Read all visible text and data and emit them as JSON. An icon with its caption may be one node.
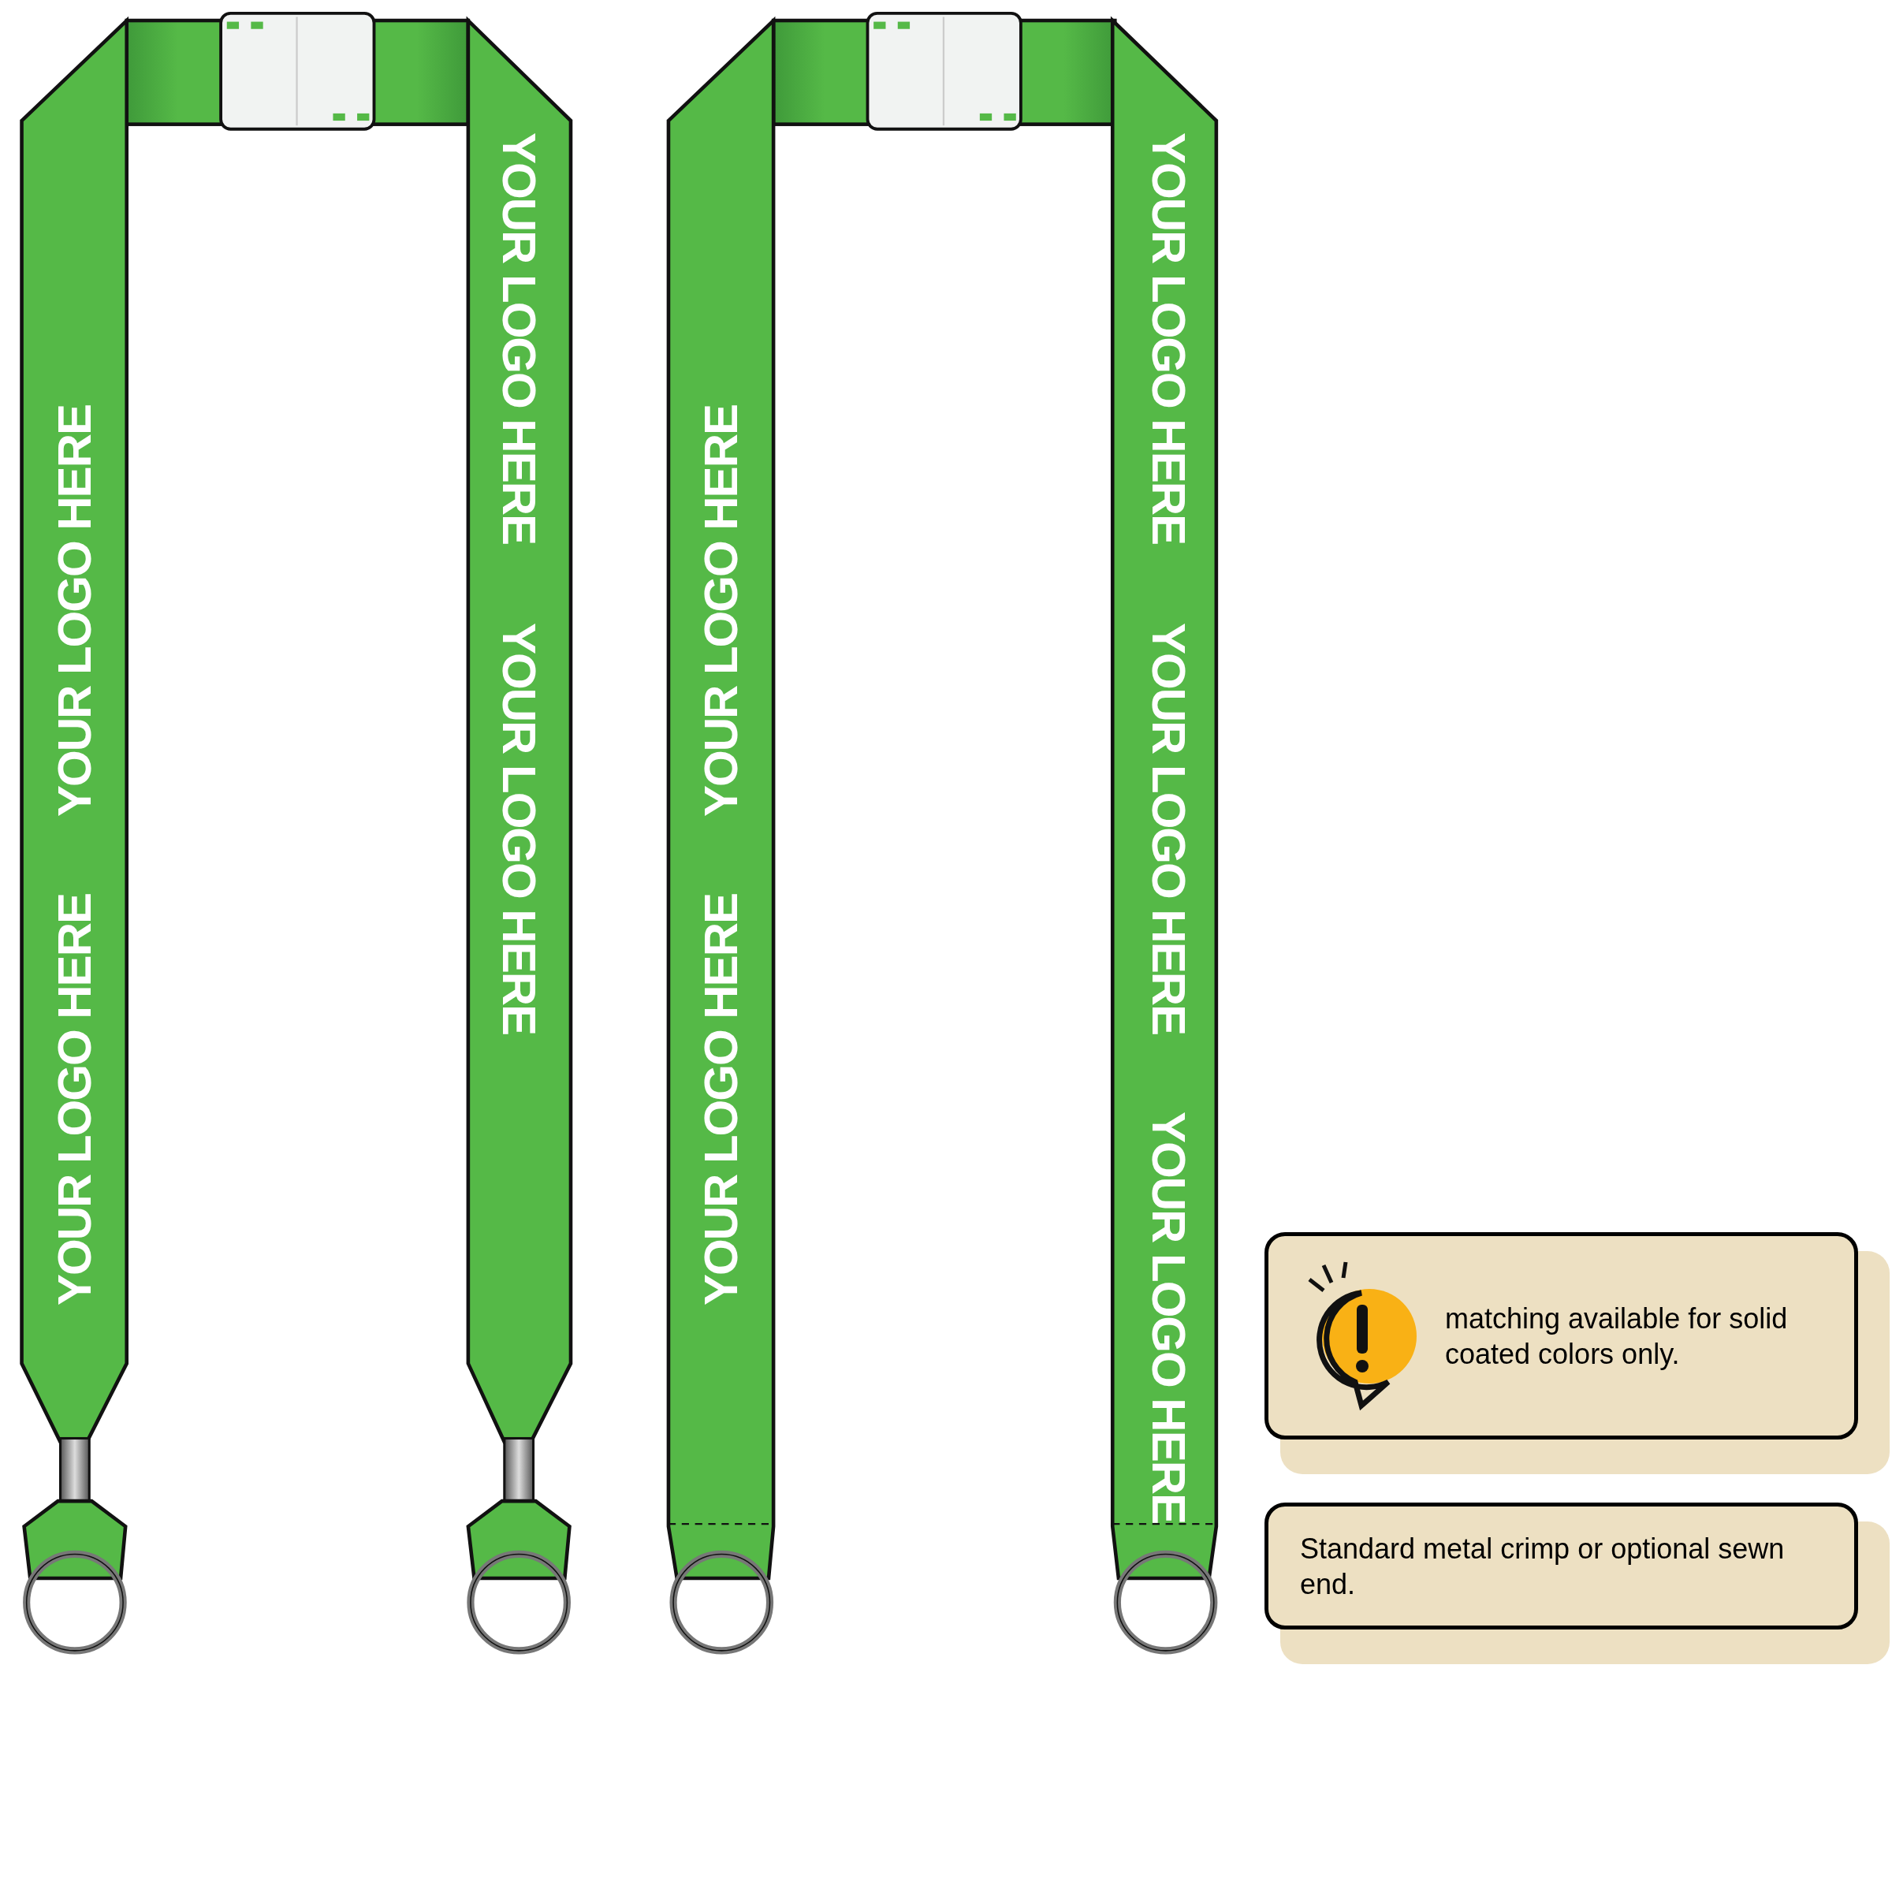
{
  "diagram": {
    "nodes": [
      {
        "text": [
          "matching available for solid coated colors only."
        ]
      },
      {
        "text": [
          "Standard metal crimp or optional sewn end."
        ]
      }
    ],
    "labels": [
      "YOUR LOGO HERE",
      "YOUR LOGO HERE",
      "YOUR LOGO HERE",
      "YOUR LOGO HERE",
      "YOUR LOGO HERE",
      "YOUR LOGO HERE",
      "YOUR LOGO HERE",
      "YOUR LOGO HERE",
      "YOUR LOGO HERE"
    ]
  }
}
